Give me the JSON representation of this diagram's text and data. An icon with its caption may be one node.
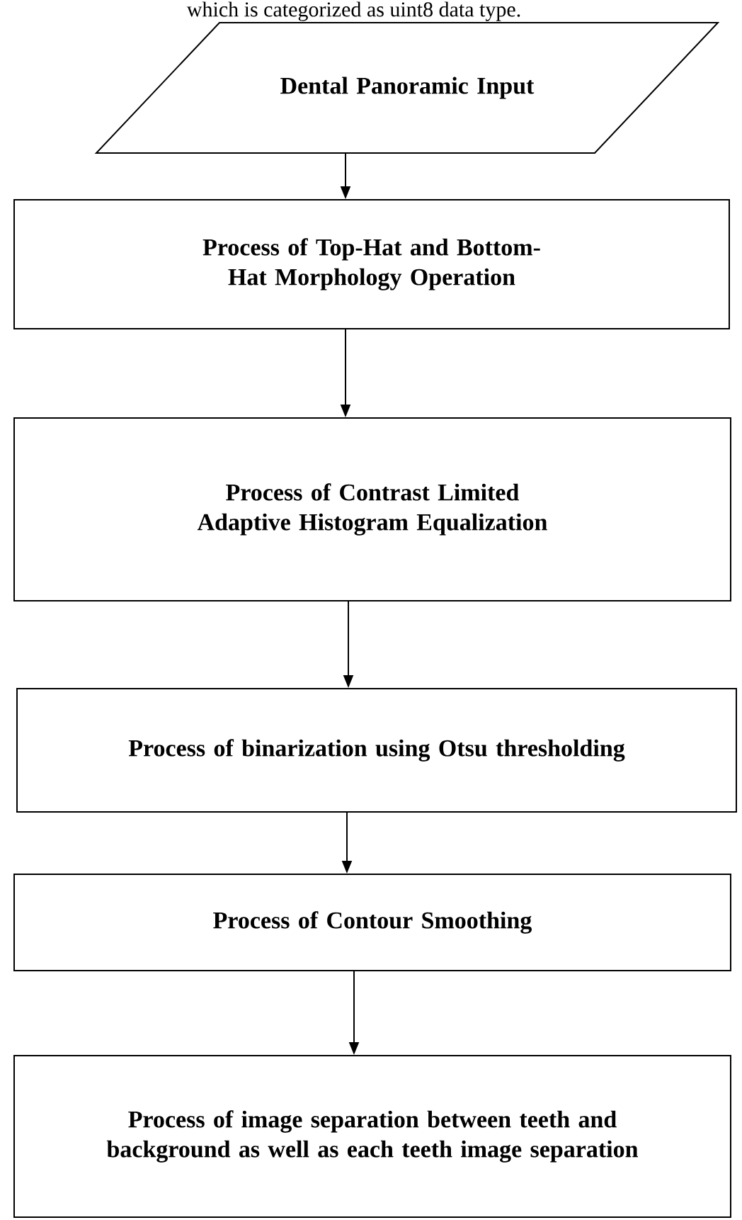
{
  "diagram": {
    "nodes": [
      {
        "text": [
          "Dental Panoramic Input"
        ]
      },
      {
        "text": [
          "Process of Top-Hat and Bottom-Hat Morphology Operation"
        ]
      },
      {
        "text": [
          "Process of Contrast Limited Adaptive Histogram Equalization"
        ]
      },
      {
        "text": [
          "Process of binarization using Otsu thresholding"
        ]
      },
      {
        "text": [
          "Process of Contour Smoothing"
        ]
      },
      {
        "text": [
          "Process of image separation between teeth and background as well as each teeth image separation"
        ]
      }
    ],
    "edges": [
      {
        "from": 0,
        "to": 1,
        "arrow": "to"
      },
      {
        "from": 1,
        "to": 2,
        "arrow": "to"
      },
      {
        "from": 2,
        "to": 3,
        "arrow": "to"
      },
      {
        "from": 3,
        "to": 4,
        "arrow": "to"
      },
      {
        "from": 4,
        "to": 5,
        "arrow": "to"
      }
    ],
    "labels": [
      "which is categorized as uint8 data type."
    ]
  }
}
